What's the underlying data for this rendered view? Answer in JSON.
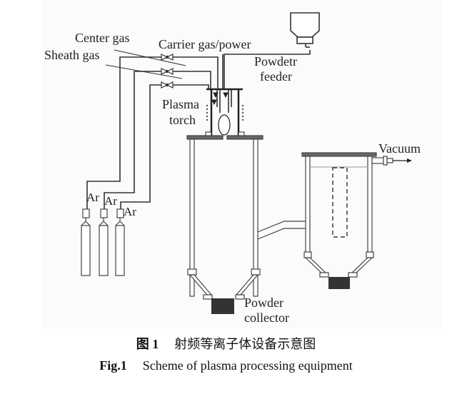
{
  "labels": {
    "center_gas": "Center gas",
    "sheath_gas": "Sheath gas",
    "carrier_gas": "Carrier gas/power",
    "powder_feeder_line1": "Powdetr",
    "powder_feeder_line2": "feeder",
    "plasma_torch_line1": "Plasma",
    "plasma_torch_line2": "torch",
    "vacuum": "Vacuum",
    "argon_1": "Ar",
    "argon_2": "Ar",
    "argon_3": "Ar",
    "powder_collector_line1": "Powder",
    "powder_collector_line2": "collector"
  },
  "caption": {
    "cn_prefix": "图 1",
    "cn_text": "射频等离子体设备示意图",
    "en_prefix": "Fig.1",
    "en_text": "Scheme of plasma processing equipment"
  }
}
